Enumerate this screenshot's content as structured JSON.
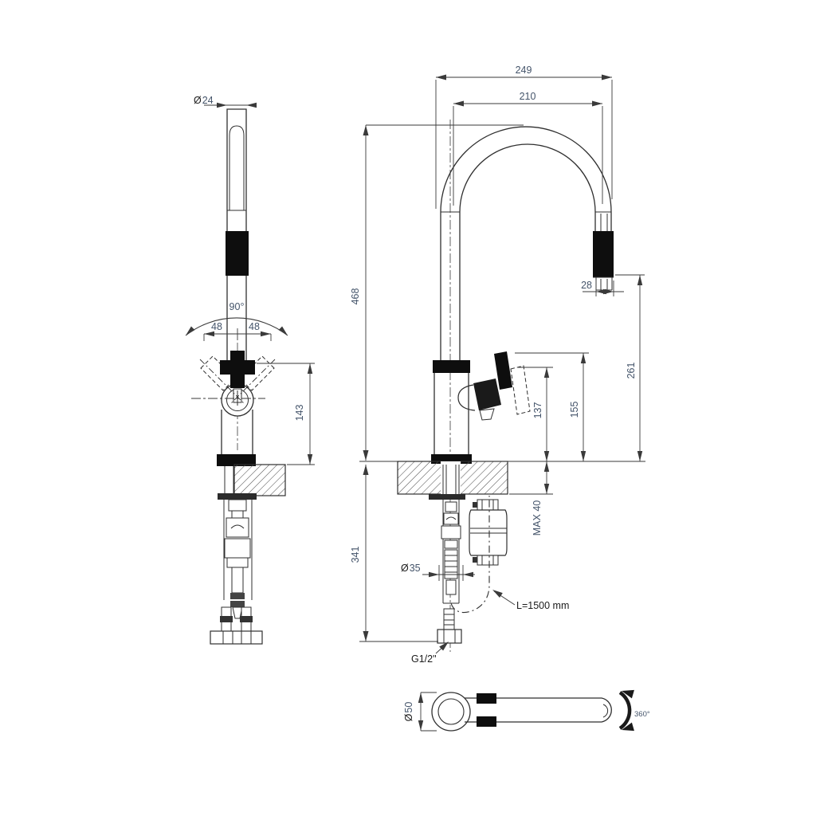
{
  "drawing": {
    "type": "technical-drawing",
    "subject": "kitchen mixer tap with pull-out spray shown in front, side and top orthographic views",
    "colors": {
      "line": "#2f2f2f",
      "black_fill": "#0e0e0e",
      "dim_line": "#3a3a3a",
      "dim_text": "#44546a",
      "note_text": "#1c1c1c",
      "background": "#ffffff"
    },
    "front_view": {
      "spout_diameter_symbol": "Ø",
      "spout_diameter": "24",
      "handle_swing_angle": "90°",
      "handle_reach_left": "48",
      "handle_reach_right": "48",
      "handle_height": "143"
    },
    "side_view": {
      "overall_reach": "249",
      "spout_reach": "210",
      "overall_height": "468",
      "spout_tip_diameter": "28",
      "spout_outlet_height": "261",
      "lever_top_height": "155",
      "lever_pivot_height": "137",
      "max_counter_thickness": "MAX 40",
      "under_counter_depth": "341",
      "shank_diameter_symbol": "Ø",
      "shank_diameter": "35",
      "hose_length": "L=1500 mm",
      "thread_size": "G1/2\""
    },
    "top_view": {
      "base_diameter_symbol": "Ø",
      "base_diameter": "50",
      "swivel_angle": "360°"
    }
  }
}
